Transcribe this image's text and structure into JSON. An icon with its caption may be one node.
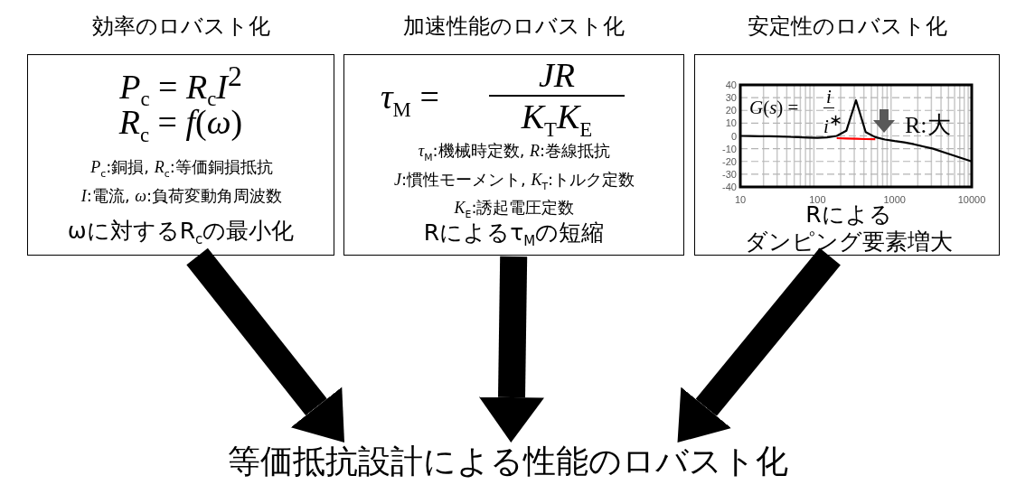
{
  "diagram": {
    "nodes": [
      {
        "text": [
          "効率のロバスト化",
          "*P*$_{c}$ = *R*$_{c}$*I*$^{2}$",
          "*R*$_{c}$ = *f*(*ω*)",
          "*P*$_{c}$:銅損, *R*$_{c}$:等価銅損抵抗 *I*:電流, *ω*:負荷変動角周波数",
          "ωに対するR$_{c}$の最小化"
        ]
      },
      {
        "text": [
          "加速性能のロバスト化",
          "*τ*$_{M}$ =",
          "*JR*",
          "*K*$_{T}$*K*$_{E}$",
          "*τ*$_{M}$:機械時定数, *R*:巻線抵抗 *J*:慣性モーメント, *K*$_{T}$:トルク定数 *K*$_{E}$:誘起電圧定数",
          "Rによるτ$_{M}$の短縮"
        ]
      },
      {
        "text": [
          "安定性のロバスト化",
          "Rによるダンピング要素増大"
        ]
      },
      {
        "text": [
          "等価抵抗設計による性能のロバスト化"
        ]
      }
    ],
    "edges": [
      {
        "from": 0,
        "to": 3,
        "arrow": "to"
      },
      {
        "from": 1,
        "to": 3,
        "arrow": "to"
      },
      {
        "from": 2,
        "to": 3,
        "arrow": "to"
      }
    ],
    "chart_data": {
      "type": "line",
      "categories": [
        "10",
        null,
        null,
        null,
        null,
        null,
        null,
        null,
        "100",
        null,
        null,
        null,
        null,
        null,
        null,
        null,
        "1000",
        null,
        null,
        null,
        null,
        null,
        null,
        null,
        "10000"
      ],
      "series": [
        {
          "color": "#000000",
          "values": [
            0,
            -0.1,
            -0.2,
            -0.3,
            -0.5,
            -0.7,
            -1,
            -1.3,
            -1.5,
            -1.2,
            0,
            4,
            28,
            3,
            -1,
            -2.8,
            -4,
            -5,
            -6.5,
            -8.3,
            -10,
            -12.5,
            -15,
            -17.5,
            -20
          ]
        },
        {
          "color": "#ff0000",
          "values": [
            null,
            null,
            null,
            null,
            null,
            null,
            null,
            null,
            null,
            null,
            -1.8,
            -2,
            -2.3,
            -2.5,
            -2.6,
            null,
            null,
            null,
            null,
            null,
            null,
            null,
            null,
            null,
            null
          ]
        }
      ],
      "grid": true,
      "ylim": [
        -40,
        40
      ],
      "yticks": [
        -40,
        -30,
        -20,
        -10,
        0,
        10,
        20,
        30,
        40
      ],
      "annotations": [
        "*G*(*s*) =",
        "*i*",
        "*i*$^{∗}$",
        "R:大"
      ]
    }
  }
}
